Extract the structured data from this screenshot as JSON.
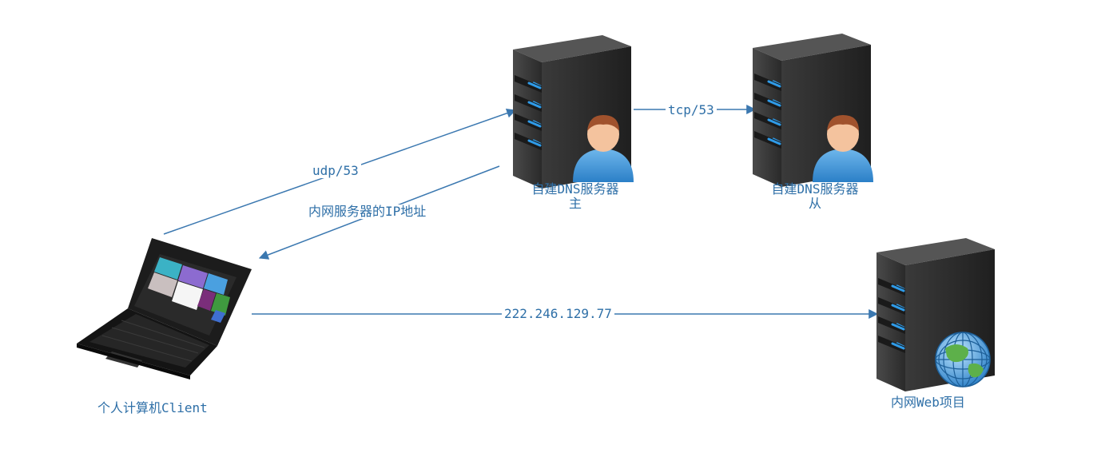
{
  "nodes": {
    "client": {
      "label": "个人计算机Client",
      "icon": "laptop-icon"
    },
    "dns_master": {
      "line1": "自建DNS服务器",
      "line2": "主",
      "icon": "server-icon",
      "badge_icon": "user-icon"
    },
    "dns_slave": {
      "line1": "自建DNS服务器",
      "line2": "从",
      "icon": "server-icon",
      "badge_icon": "user-icon"
    },
    "web": {
      "label": "内网Web项目",
      "icon": "server-icon",
      "badge_icon": "globe-icon"
    }
  },
  "edges": {
    "query": {
      "label": "udp/53"
    },
    "response": {
      "label": "内网服务器的IP地址"
    },
    "zone_transfer": {
      "label": "tcp/53"
    },
    "web_access": {
      "label": "222.246.129.77"
    }
  },
  "colors": {
    "line": "#3b78b0",
    "text": "#2e6fa7",
    "server_body": "#2f2f2f",
    "server_light": "#2f9be8"
  }
}
